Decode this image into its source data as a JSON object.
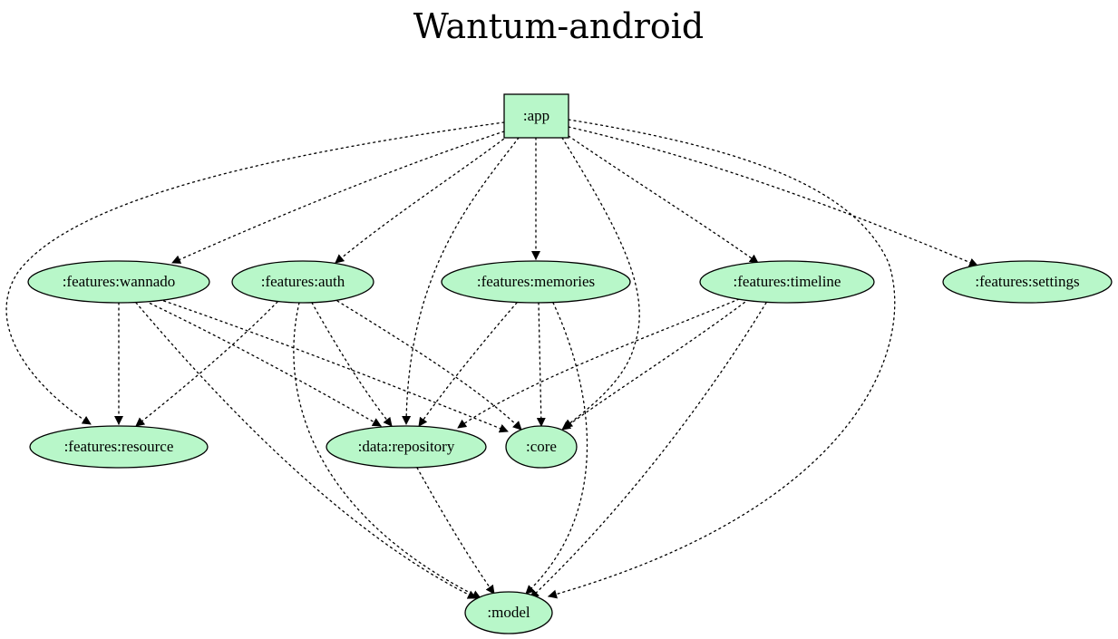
{
  "title": "Wantum-android",
  "colors": {
    "node_fill": "#b8f7c9",
    "stroke": "#000000",
    "background": "#ffffff"
  },
  "nodes": [
    {
      "id": "app",
      "label": ":app",
      "shape": "box"
    },
    {
      "id": "wannado",
      "label": ":features:wannado",
      "shape": "ellipse"
    },
    {
      "id": "auth",
      "label": ":features:auth",
      "shape": "ellipse"
    },
    {
      "id": "memories",
      "label": ":features:memories",
      "shape": "ellipse"
    },
    {
      "id": "timeline",
      "label": ":features:timeline",
      "shape": "ellipse"
    },
    {
      "id": "settings",
      "label": ":features:settings",
      "shape": "ellipse"
    },
    {
      "id": "resource",
      "label": ":features:resource",
      "shape": "ellipse"
    },
    {
      "id": "repository",
      "label": ":data:repository",
      "shape": "ellipse"
    },
    {
      "id": "core",
      "label": ":core",
      "shape": "ellipse"
    },
    {
      "id": "model",
      "label": ":model",
      "shape": "ellipse"
    }
  ],
  "edges": [
    {
      "from": "app",
      "to": "resource",
      "style": "dotted"
    },
    {
      "from": "app",
      "to": "wannado",
      "style": "dotted"
    },
    {
      "from": "app",
      "to": "auth",
      "style": "dotted"
    },
    {
      "from": "app",
      "to": "repository",
      "style": "dotted"
    },
    {
      "from": "app",
      "to": "memories",
      "style": "dotted"
    },
    {
      "from": "app",
      "to": "core",
      "style": "dotted"
    },
    {
      "from": "app",
      "to": "timeline",
      "style": "dotted"
    },
    {
      "from": "app",
      "to": "settings",
      "style": "dotted"
    },
    {
      "from": "app",
      "to": "model",
      "style": "dotted"
    },
    {
      "from": "wannado",
      "to": "resource",
      "style": "dotted"
    },
    {
      "from": "wannado",
      "to": "repository",
      "style": "dotted"
    },
    {
      "from": "wannado",
      "to": "core",
      "style": "dotted"
    },
    {
      "from": "wannado",
      "to": "model",
      "style": "dotted"
    },
    {
      "from": "auth",
      "to": "resource",
      "style": "dotted"
    },
    {
      "from": "auth",
      "to": "repository",
      "style": "dotted"
    },
    {
      "from": "auth",
      "to": "core",
      "style": "dotted"
    },
    {
      "from": "auth",
      "to": "model",
      "style": "dotted"
    },
    {
      "from": "memories",
      "to": "repository",
      "style": "dotted"
    },
    {
      "from": "memories",
      "to": "core",
      "style": "dotted"
    },
    {
      "from": "memories",
      "to": "model",
      "style": "dotted"
    },
    {
      "from": "timeline",
      "to": "repository",
      "style": "dotted"
    },
    {
      "from": "timeline",
      "to": "core",
      "style": "dotted"
    },
    {
      "from": "timeline",
      "to": "model",
      "style": "dotted"
    },
    {
      "from": "repository",
      "to": "model",
      "style": "dotted"
    }
  ]
}
